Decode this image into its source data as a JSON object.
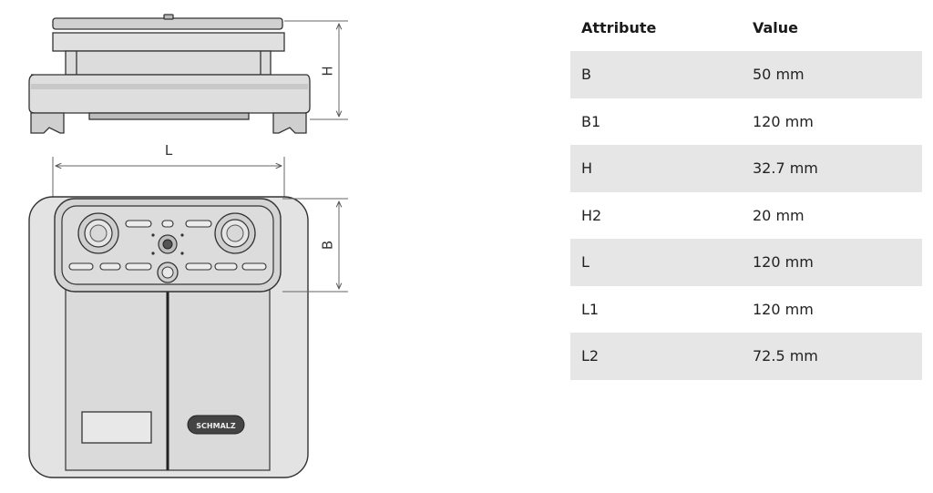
{
  "drawing": {
    "dim_labels": {
      "height": "H",
      "length": "L",
      "width": "B"
    },
    "logo_text": "SCHMALZ"
  },
  "table": {
    "header": {
      "attribute": "Attribute",
      "value": "Value"
    },
    "rows": [
      {
        "attribute": "B",
        "value": "50 mm"
      },
      {
        "attribute": "B1",
        "value": "120 mm"
      },
      {
        "attribute": "H",
        "value": "32.7 mm"
      },
      {
        "attribute": "H2",
        "value": "20 mm"
      },
      {
        "attribute": "L",
        "value": "120 mm"
      },
      {
        "attribute": "L1",
        "value": "120 mm"
      },
      {
        "attribute": "L2",
        "value": "72.5 mm"
      }
    ]
  }
}
